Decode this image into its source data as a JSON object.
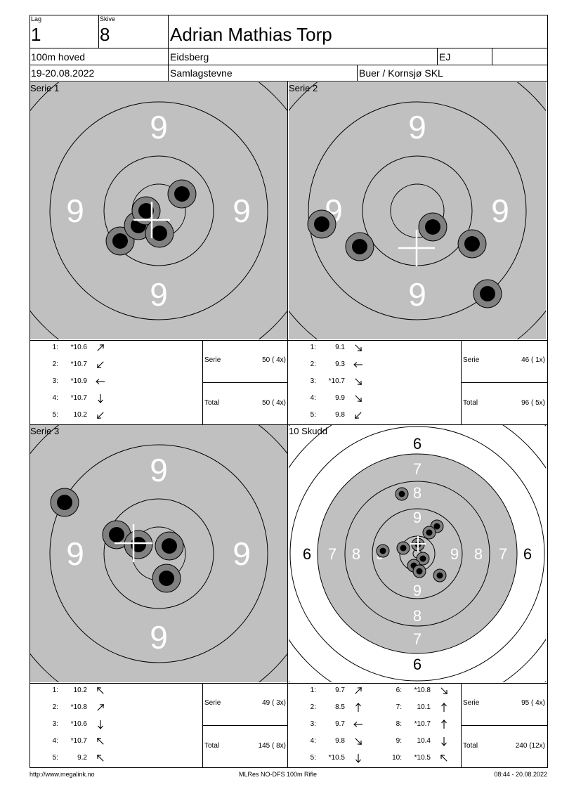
{
  "header": {
    "lag_label": "Lag",
    "lag_value": "1",
    "skive_label": "Skive",
    "skive_value": "8",
    "name": "Adrian Mathias Torp",
    "row2": {
      "program": "100m hoved",
      "place": "Eidsberg",
      "class": "EJ",
      "extra": ""
    },
    "row3": {
      "date": "19-20.08.2022",
      "event": "Samlagstevne",
      "club": "Buer / Kornsjø SKL"
    }
  },
  "targets": [
    {
      "title": "Serie 1",
      "ring_label": "9"
    },
    {
      "title": "Serie 2",
      "ring_label": "9"
    },
    {
      "title": "Serie 3",
      "ring_label": "9"
    },
    {
      "title": "10 Skudd",
      "labels": [
        "6",
        "7",
        "8",
        "9"
      ]
    }
  ],
  "series": [
    {
      "shots": [
        {
          "n": "1:",
          "v": "*10.6",
          "arrow": "ne"
        },
        {
          "n": "2:",
          "v": "*10.7",
          "arrow": "sw"
        },
        {
          "n": "3:",
          "v": "*10.9",
          "arrow": "w"
        },
        {
          "n": "4:",
          "v": "*10.7",
          "arrow": "s"
        },
        {
          "n": "5:",
          "v": "10.2",
          "arrow": "sw"
        }
      ],
      "serie_label": "Serie",
      "serie_value": "50 ( 4x)",
      "total_label": "Total",
      "total_value": "50 ( 4x)"
    },
    {
      "shots": [
        {
          "n": "1:",
          "v": "9.1",
          "arrow": "se"
        },
        {
          "n": "2:",
          "v": "9.3",
          "arrow": "w"
        },
        {
          "n": "3:",
          "v": "*10.7",
          "arrow": "se"
        },
        {
          "n": "4:",
          "v": "9.9",
          "arrow": "se"
        },
        {
          "n": "5:",
          "v": "9.8",
          "arrow": "sw"
        }
      ],
      "serie_label": "Serie",
      "serie_value": "46 ( 1x)",
      "total_label": "Total",
      "total_value": "96 ( 5x)"
    },
    {
      "shots": [
        {
          "n": "1:",
          "v": "10.2",
          "arrow": "nw"
        },
        {
          "n": "2:",
          "v": "*10.8",
          "arrow": "ne"
        },
        {
          "n": "3:",
          "v": "*10.6",
          "arrow": "s"
        },
        {
          "n": "4:",
          "v": "*10.7",
          "arrow": "nw"
        },
        {
          "n": "5:",
          "v": "9.2",
          "arrow": "nw"
        }
      ],
      "serie_label": "Serie",
      "serie_value": "49 ( 3x)",
      "total_label": "Total",
      "total_value": "145 ( 8x)"
    },
    {
      "shots": [
        {
          "n": "1:",
          "v": "9.7",
          "arrow": "ne"
        },
        {
          "n": "2:",
          "v": "8.5",
          "arrow": "n"
        },
        {
          "n": "3:",
          "v": "9.7",
          "arrow": "w"
        },
        {
          "n": "4:",
          "v": "9.8",
          "arrow": "se"
        },
        {
          "n": "5:",
          "v": "*10.5",
          "arrow": "s"
        },
        {
          "n": "6:",
          "v": "*10.8",
          "arrow": "se"
        },
        {
          "n": "7:",
          "v": "10.1",
          "arrow": "n"
        },
        {
          "n": "8:",
          "v": "*10.7",
          "arrow": "n"
        },
        {
          "n": "9:",
          "v": "10.4",
          "arrow": "s"
        },
        {
          "n": "10:",
          "v": "*10.5",
          "arrow": "nw"
        }
      ],
      "serie_label": "Serie",
      "serie_value": "95 ( 4x)",
      "total_label": "Total",
      "total_value": "240 (12x)"
    }
  ],
  "footer": {
    "left": "http://www.megalink.no",
    "center": "MLRes NO-DFS 100m Rifle",
    "right": "08:44 - 20.08.2022"
  }
}
